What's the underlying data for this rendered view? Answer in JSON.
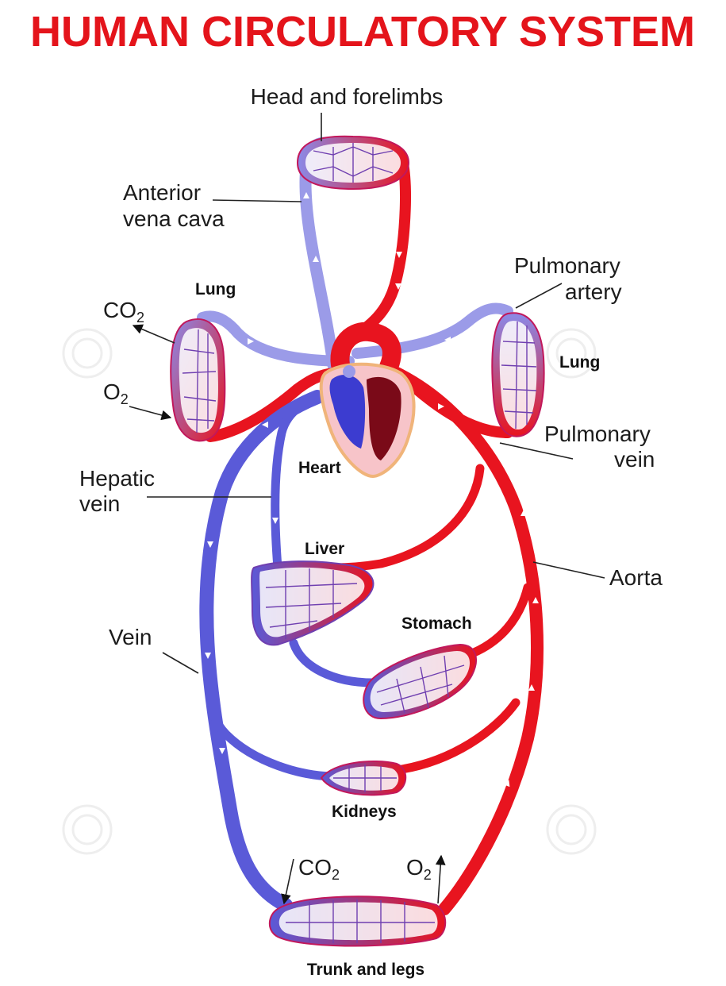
{
  "title": "HUMAN CIRCULATORY SYSTEM",
  "labels": {
    "head": "Head and forelimbs",
    "anterior_vena_cava_1": "Anterior",
    "anterior_vena_cava_2": "vena cava",
    "lung_left": "Lung",
    "lung_right": "Lung",
    "co2": "CO",
    "o2": "O",
    "sub2": "2",
    "pulmonary_artery_1": "Pulmonary",
    "pulmonary_artery_2": "artery",
    "pulmonary_vein_1": "Pulmonary",
    "pulmonary_vein_2": "vein",
    "heart": "Heart",
    "hepatic_vein_1": "Hepatic",
    "hepatic_vein_2": "vein",
    "liver": "Liver",
    "aorta": "Aorta",
    "stomach": "Stomach",
    "vein": "Vein",
    "kidneys": "Kidneys",
    "trunk": "Trunk and legs"
  },
  "colors": {
    "title": "#e4141b",
    "artery": "#e8141f",
    "vein": "#5a5ad8",
    "capillary": "#b0163f"
  }
}
